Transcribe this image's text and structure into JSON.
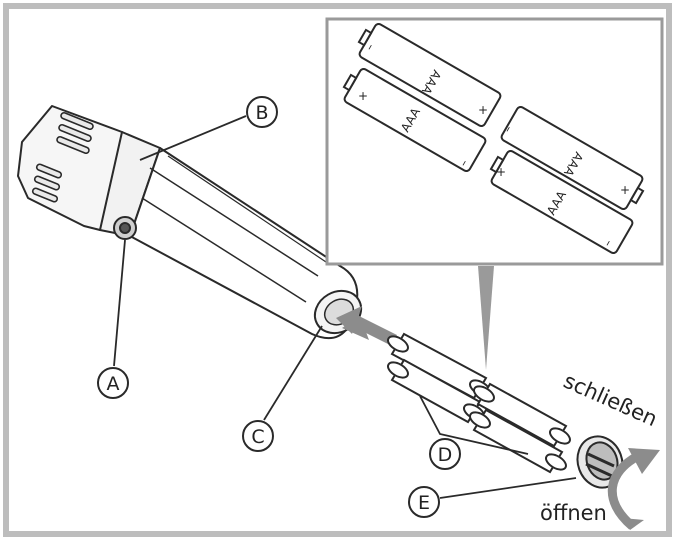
{
  "diagram": {
    "callouts": [
      {
        "id": "A",
        "label": "A"
      },
      {
        "id": "B",
        "label": "B"
      },
      {
        "id": "C",
        "label": "C"
      },
      {
        "id": "D",
        "label": "D"
      },
      {
        "id": "E",
        "label": "E"
      }
    ],
    "battery_type": "AAA",
    "plus": "+",
    "minus": "–",
    "close_word": "schließen",
    "open_word": "öffnen"
  },
  "colors": {
    "frame": "#bdbdbd",
    "outline": "#2a2a2a",
    "arrow": "#8c8c8c"
  }
}
